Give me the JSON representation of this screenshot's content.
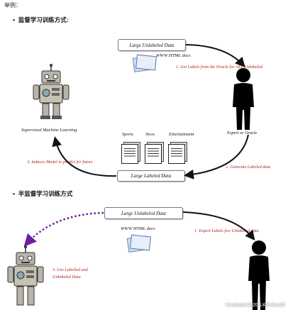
{
  "heading": "举例：",
  "sections": {
    "supervised": {
      "title": "监督学习训练方式:",
      "unlabeled_box": "Large Unlabeled Data",
      "www_docs": "WWW HTML docs",
      "step1": "1. Get Labels from the Oracle for ALL Unlabeled",
      "oracle": "Expert or Oracle",
      "robot_caption": "Supervised Machine Learning",
      "categories": [
        "Sports",
        "News",
        "Entertainment"
      ],
      "labeled_box": "Large Labeled Data",
      "step2": "2. Generate Labeled data",
      "step3": "3. Induces Model to predict for future"
    },
    "semi_supervised": {
      "title": "半监督学习训练方式",
      "unlabeled_box": "Large Unlabeled Data",
      "www_docs": "WWW HTML docs",
      "step1": "1. Expert Labels few  Unlabeled data",
      "step3_line1": "3. Use  Labelled and",
      "step3_line2": "Unlabeled Data"
    }
  },
  "watermark": "hzsdatan/2020 LK/linlinz80",
  "colors": {
    "red_text": "#b22222",
    "dotted_arrow": "#6a1fa0",
    "arrow": "#111111"
  }
}
